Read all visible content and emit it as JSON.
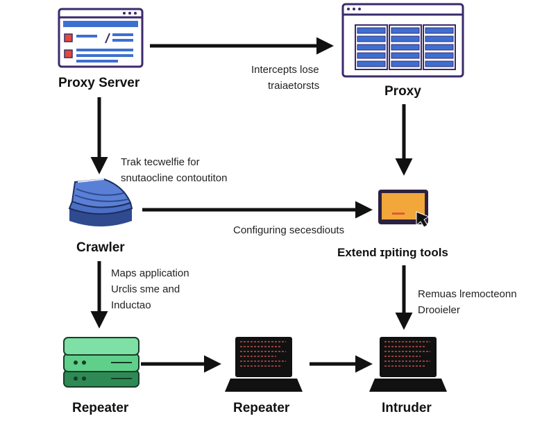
{
  "nodes": {
    "proxy_server": {
      "label": "Proxy Server"
    },
    "proxy": {
      "label": "Proxy"
    },
    "crawler": {
      "label": "Crawler"
    },
    "extend": {
      "label": "Extend ɪpiting tools"
    },
    "repeater_left": {
      "label": "Repeater"
    },
    "repeater_mid": {
      "label": "Repeater"
    },
    "intruder": {
      "label": "Intruder"
    }
  },
  "edge_labels": {
    "intercepts": [
      "Intercepts lose",
      "traiaetorsts"
    ],
    "track": [
      "Trak tecwelfie for",
      "snutaocline contoutiton"
    ],
    "configuring": [
      "Configuring secesdiouts"
    ],
    "maps": [
      "Maps application",
      "Urclis sme and",
      "Inductao"
    ],
    "remuas": [
      "Remuas lremocteonn",
      "Drooieler"
    ]
  },
  "colors": {
    "stroke": "#111111",
    "window_frame": "#3a2a6b",
    "window_blue": "#3d6fd1",
    "window_red": "#e04a3a",
    "crawler_blue": "#4b6fc4",
    "crawler_dark": "#2f4a8f",
    "server_green": "#5fcf8a",
    "server_dark": "#2e8a55",
    "laptop_orange": "#f2a73b",
    "laptop_frame": "#2c2140",
    "terminal_black": "#111111"
  },
  "icons": {
    "proxy_server": "browser-window-icon",
    "proxy": "spreadsheet-window-icon",
    "crawler": "database-stack-icon",
    "extend": "tablet-cursor-icon",
    "repeater_left": "server-stack-icon",
    "repeater_mid": "terminal-laptop-icon",
    "intruder": "terminal-laptop-icon"
  }
}
